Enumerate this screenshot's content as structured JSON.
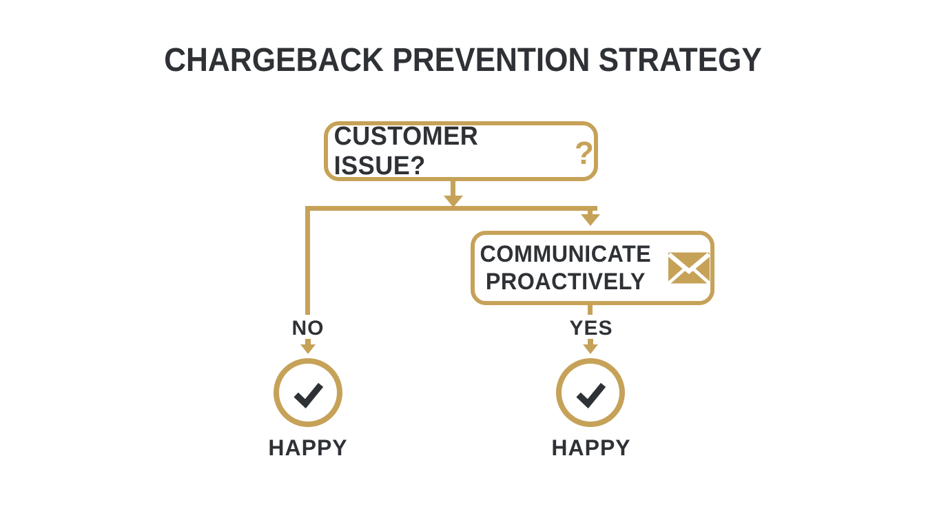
{
  "colors": {
    "gold": "#C6A258",
    "dark_text": "#2E3135",
    "background": "#FFFFFF"
  },
  "title": "CHARGEBACK PREVENTION STRATEGY",
  "flowchart": {
    "decision": {
      "label": "CUSTOMER ISSUE?",
      "icon": "question-mark-icon",
      "icon_glyph": "?"
    },
    "no_branch": {
      "label": "NO",
      "outcome_label": "HAPPY",
      "outcome_icon": "checkmark-icon"
    },
    "yes_branch": {
      "label": "YES",
      "action_line1": "COMMUNICATE",
      "action_line2": "PROACTIVELY",
      "action_icon": "envelope-icon",
      "outcome_label": "HAPPY",
      "outcome_icon": "checkmark-icon"
    }
  }
}
